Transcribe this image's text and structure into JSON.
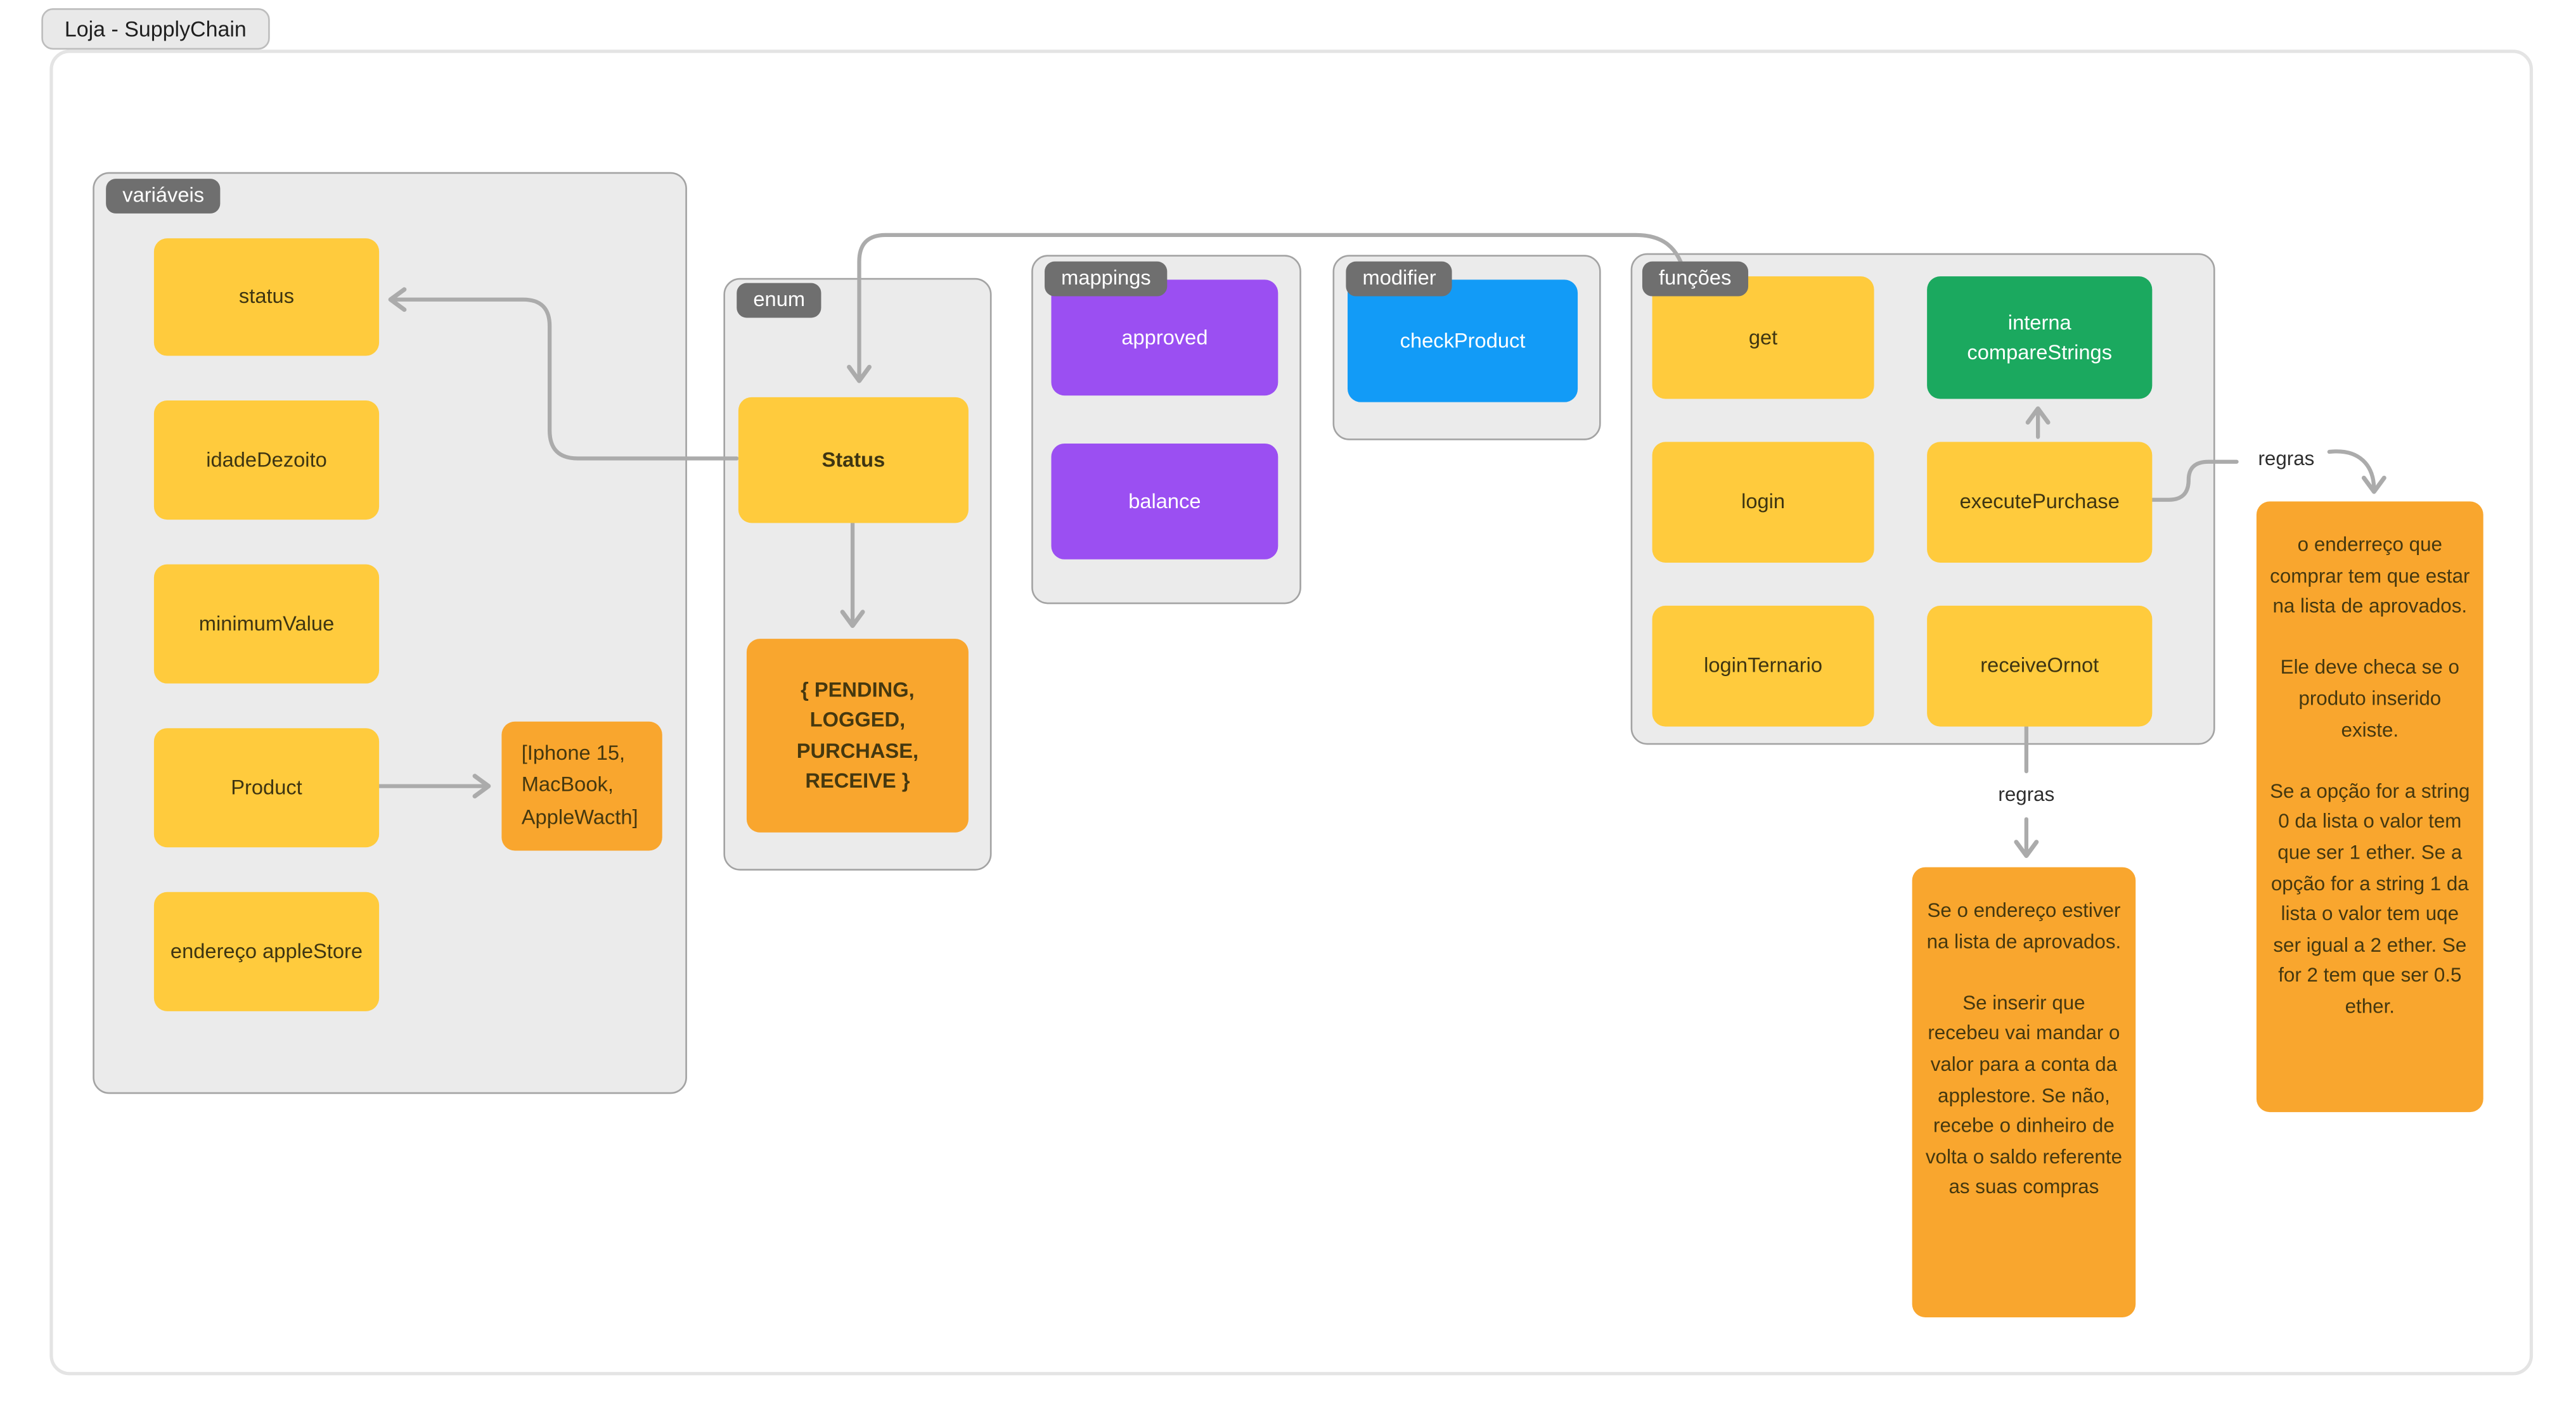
{
  "title": "Loja - SupplyChain",
  "rules_label": "regras",
  "groups": {
    "variaveis": {
      "label": "variáveis",
      "items": {
        "status": "status",
        "idade": "idadeDezoito",
        "minimum": "minimumValue",
        "product": "Product",
        "endereco": "endereço appleStore"
      }
    },
    "enum": {
      "label": "enum",
      "items": {
        "status": "Status",
        "values": "{ PENDING, LOGGED, PURCHASE, RECEIVE }"
      }
    },
    "mappings": {
      "label": "mappings",
      "items": {
        "approved": "approved",
        "balance": "balance"
      }
    },
    "modifier": {
      "label": "modifier",
      "items": {
        "check": "checkProduct"
      }
    },
    "funcoes": {
      "label": "funções",
      "items": {
        "get": "get",
        "compare": "interna compareStrings",
        "login": "login",
        "execute": "executePurchase",
        "ternario": "loginTernario",
        "receive": "receiveOrnot"
      }
    }
  },
  "product_list": "[Iphone 15, MacBook, AppleWacth]",
  "notes": {
    "purchase_rules": "o enderreço que comprar tem que estar na lista de aprovados.\n\nEle deve checa se o produto inserido existe.\n\nSe a opção for a string 0 da lista o valor tem que ser 1 ether. Se a opção for a string 1 da lista o valor tem uqe ser igual a 2 ether. Se for 2 tem que ser 0.5 ether.",
    "receive_rules": "Se o endereço estiver na lista de aprovados.\n\nSe inserir que recebeu vai mandar o valor para a conta da applestore. Se não, recebe o dinheiro de volta o saldo referente as suas compras"
  },
  "colors": {
    "node_yellow": "#FFCB3D",
    "node_orange": "#F9A62E",
    "node_purple": "#9B4FF2",
    "node_blue": "#129BF7",
    "node_green": "#1BA95F",
    "group_chip": "#6F6F6F",
    "group_bg": "#EBEBEB",
    "connector": "#ABABAB"
  }
}
